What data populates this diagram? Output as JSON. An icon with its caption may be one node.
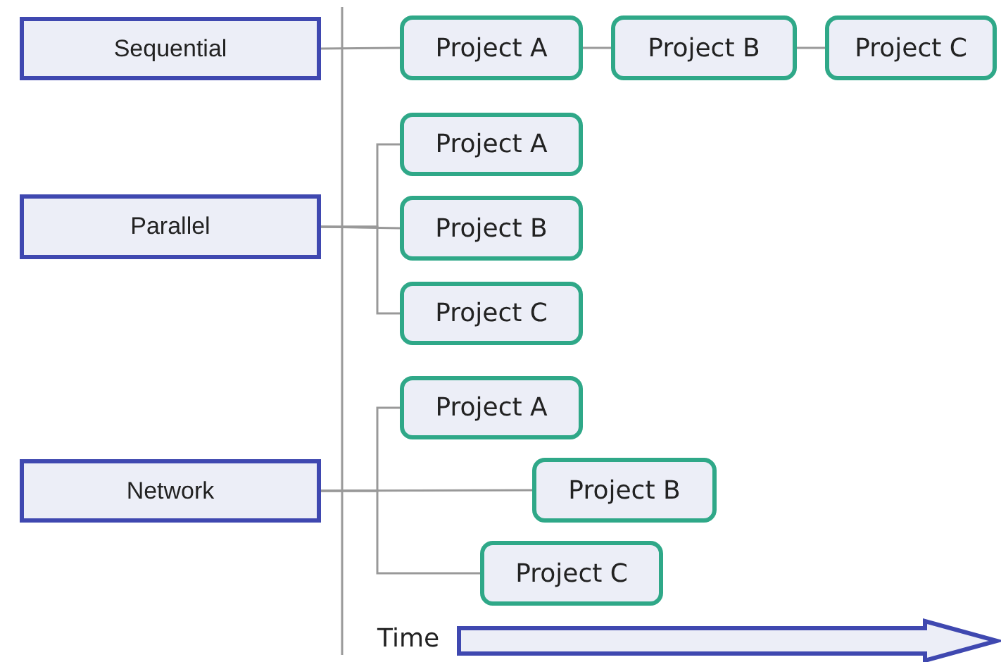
{
  "diagram": {
    "nodes": [
      {
        "text": [
          "Sequential"
        ]
      },
      {
        "text": [
          "Project A"
        ]
      },
      {
        "text": [
          "Project B"
        ]
      },
      {
        "text": [
          "Project C"
        ]
      },
      {
        "text": [
          "Parallel"
        ]
      },
      {
        "text": [
          "Project A"
        ]
      },
      {
        "text": [
          "Project B"
        ]
      },
      {
        "text": [
          "Project C"
        ]
      },
      {
        "text": [
          "Network"
        ]
      },
      {
        "text": [
          "Project A"
        ]
      },
      {
        "text": [
          "Project B"
        ]
      },
      {
        "text": [
          "Project C"
        ]
      }
    ],
    "edges": [
      {
        "from": 0,
        "to": 1,
        "arrow": "none"
      },
      {
        "from": 1,
        "to": 2,
        "arrow": "none"
      },
      {
        "from": 2,
        "to": 3,
        "arrow": "none"
      },
      {
        "from": 4,
        "to": 5,
        "arrow": "none"
      },
      {
        "from": 4,
        "to": 6,
        "arrow": "none"
      },
      {
        "from": 4,
        "to": 7,
        "arrow": "none"
      },
      {
        "from": 8,
        "to": 9,
        "arrow": "none"
      },
      {
        "from": 8,
        "to": 10,
        "arrow": "none"
      },
      {
        "from": 8,
        "to": 11,
        "arrow": "none"
      }
    ],
    "labels": [
      "Time"
    ]
  }
}
